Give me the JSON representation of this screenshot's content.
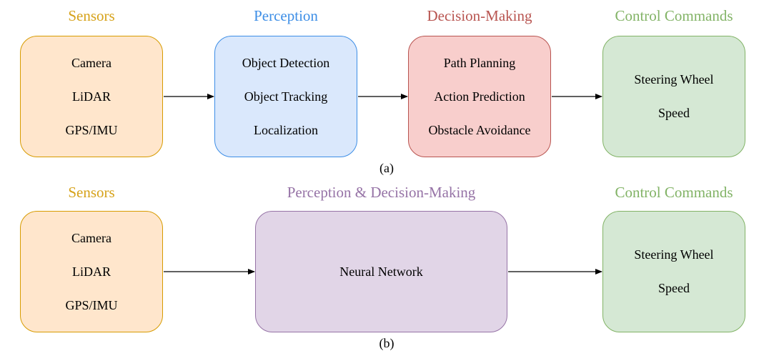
{
  "colors": {
    "sensors_fill": "#ffe6cc",
    "sensors_stroke": "#d79b00",
    "sensors_title": "#d6a21a",
    "perception_fill": "#dae8fc",
    "perception_stroke": "#3d8ee6",
    "perception_title": "#3d8ee6",
    "decision_fill": "#f8cecc",
    "decision_stroke": "#b85450",
    "decision_title": "#b85450",
    "control_fill": "#d5e8d4",
    "control_stroke": "#82b366",
    "control_title": "#82b366",
    "nn_fill": "#e1d5e7",
    "nn_stroke": "#9673a6",
    "nn_title": "#9673a6"
  },
  "diagram_a": {
    "sensors": {
      "title": "Sensors",
      "items": [
        "Camera",
        "LiDAR",
        "GPS/IMU"
      ]
    },
    "perception": {
      "title": "Perception",
      "items": [
        "Object Detection",
        "Object Tracking",
        "Localization"
      ]
    },
    "decision": {
      "title": "Decision-Making",
      "items": [
        "Path Planning",
        "Action Prediction",
        "Obstacle Avoidance"
      ]
    },
    "control": {
      "title": "Control Commands",
      "items": [
        "Steering Wheel",
        "Speed"
      ]
    },
    "caption": "(a)"
  },
  "diagram_b": {
    "sensors": {
      "title": "Sensors",
      "items": [
        "Camera",
        "LiDAR",
        "GPS/IMU"
      ]
    },
    "nn": {
      "title": "Perception & Decision-Making",
      "items": [
        "Neural Network"
      ]
    },
    "control": {
      "title": "Control Commands",
      "items": [
        "Steering Wheel",
        "Speed"
      ]
    },
    "caption": "(b)"
  }
}
